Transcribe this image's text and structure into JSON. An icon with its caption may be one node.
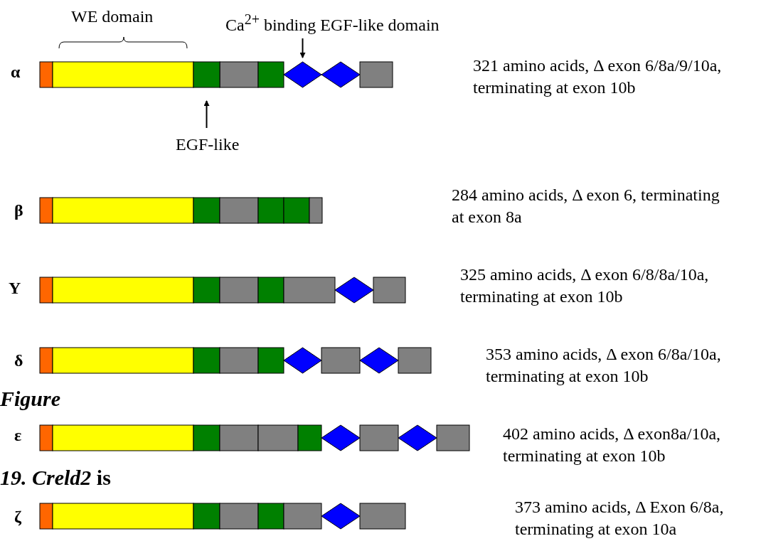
{
  "diagram": {
    "nodes": [
      {
        "text": [
          "Ca$^{2+}$ binding EGF-like domain"
        ]
      },
      {
        "text": [],
        "shape": "diamond"
      },
      {
        "text": [
          "EGF-like"
        ]
      },
      {
        "text": [],
        "shape": "box"
      }
    ],
    "edges": [
      {
        "from": 0,
        "to": 1,
        "arrow": "to"
      },
      {
        "from": 2,
        "to": 3,
        "arrow": "to"
      }
    ],
    "labels": [
      "WE domain",
      "α",
      "321 amino acids, Δ exon 6/8a/9/10a, terminating at exon 10b",
      "β",
      "284 amino acids, Δ exon 6, terminating at exon 8a",
      "Y",
      "325 amino acids, Δ exon 6/8/8a/10a, terminating at exon 10b",
      "δ",
      "353 amino acids, Δ exon 6/8a/10a, terminating at exon 10b",
      "Figure",
      "ε",
      "402 amino acids, Δ exon8a/10a, terminating at exon 10b",
      "*19. Creld2* is",
      "ζ",
      "373 amino acids, Δ Exon 6/8a, terminating at exon 10a"
    ]
  }
}
